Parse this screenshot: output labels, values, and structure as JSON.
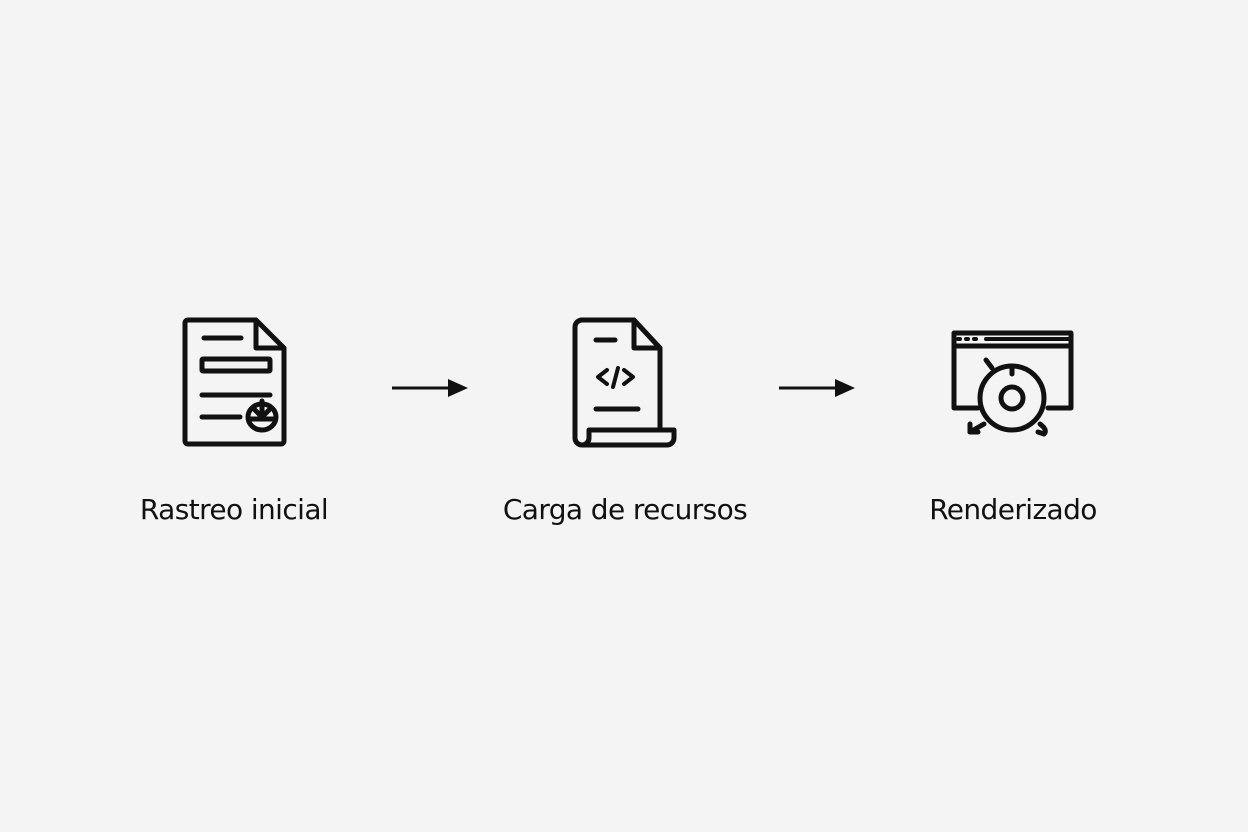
{
  "background_color": "#f4f4f4",
  "stroke_color": "#111111",
  "flow": {
    "steps": [
      {
        "id": "step-1",
        "label": "Rastreo inicial",
        "icon": "document-download-icon"
      },
      {
        "id": "step-2",
        "label": "Carga de recursos",
        "icon": "code-file-icon"
      },
      {
        "id": "step-3",
        "label": "Renderizado",
        "icon": "browser-render-icon"
      }
    ],
    "connectors": [
      {
        "from": "step-1",
        "to": "step-2",
        "icon": "arrow-right-icon"
      },
      {
        "from": "step-2",
        "to": "step-3",
        "icon": "arrow-right-icon"
      }
    ]
  }
}
